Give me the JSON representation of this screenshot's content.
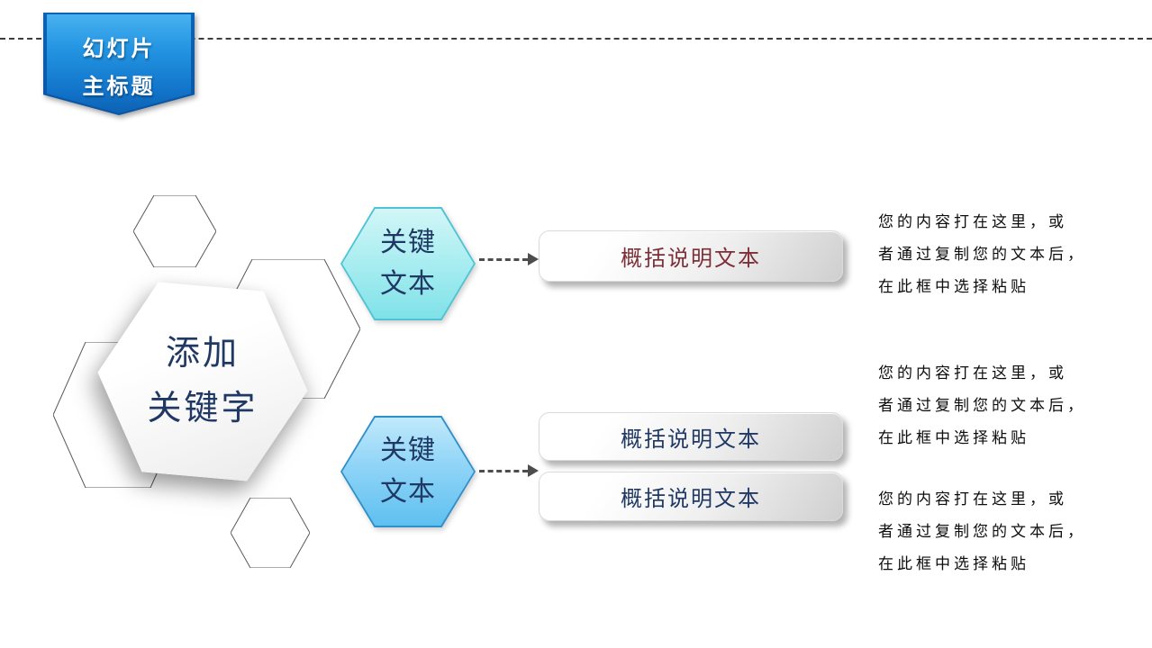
{
  "banner": {
    "line1": "幻灯片",
    "line2": "主标题"
  },
  "center_hexagon": {
    "line1": "添加",
    "line2": "关键字"
  },
  "key_hexagons": [
    {
      "line1": "关键",
      "line2": "文本"
    },
    {
      "line1": "关键",
      "line2": "文本"
    }
  ],
  "summary_boxes": [
    {
      "label": "概括说明文本"
    },
    {
      "label": "概括说明文本"
    },
    {
      "label": "概括说明文本"
    }
  ],
  "paragraphs": [
    {
      "lines": [
        "您的内容打在这里，或",
        "者通过复制您的文本后，",
        "在此框中选择粘贴"
      ]
    },
    {
      "lines": [
        "您的内容打在这里，或",
        "者通过复制您的文本后，",
        "在此框中选择粘贴"
      ]
    },
    {
      "lines": [
        "您的内容打在这里，或",
        "者通过复制您的文本后，",
        "在此框中选择粘贴"
      ]
    }
  ],
  "colors": {
    "banner_blue": "#1173c8",
    "hex1_cyan_fill": "#9fe9ee",
    "hex1_cyan_border": "#4fc2d4",
    "hex2_blue_fill": "#72c9f2",
    "hex2_blue_border": "#2f8fc9",
    "navy_text": "#1f3864",
    "maroon_text": "#7d2f38",
    "outline_gray": "#595959",
    "connector_gray": "#4d4d4d"
  }
}
